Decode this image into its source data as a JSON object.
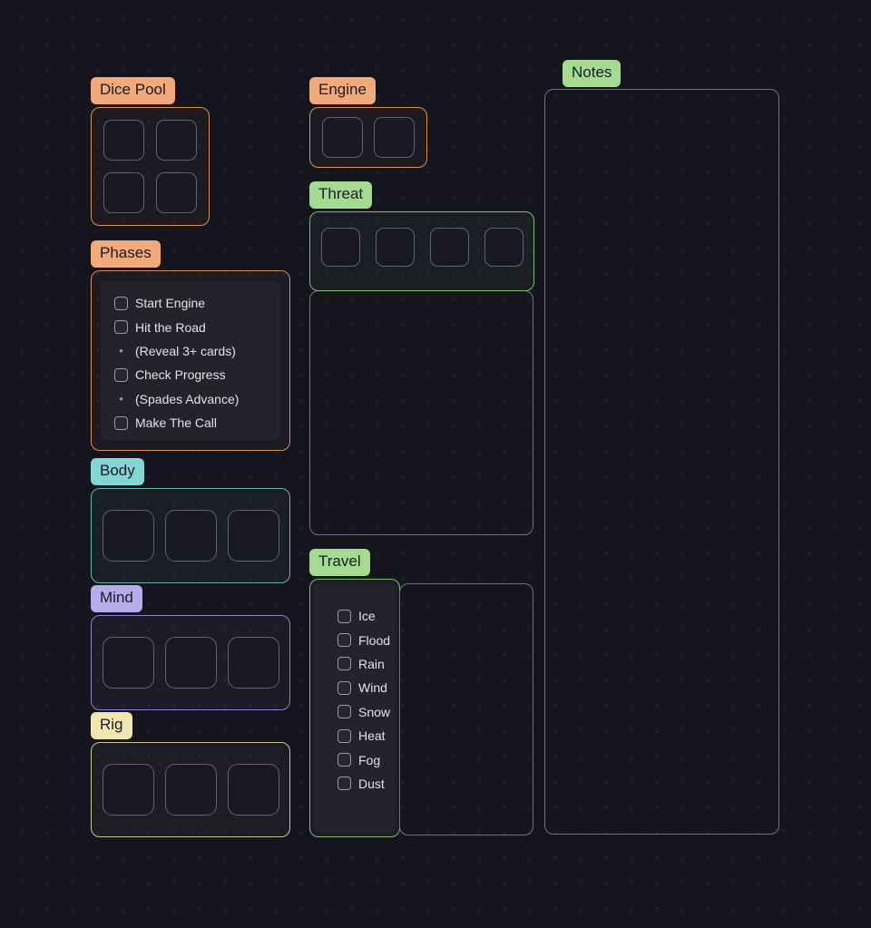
{
  "colors": {
    "background": "#15151e",
    "orange": "#f2aa7a",
    "orange_border": "#d2935e",
    "green": "#a3dc90",
    "green_border": "#84b873",
    "teal": "#84d6d2",
    "teal_border": "#63b3b0",
    "purple": "#b5ace9",
    "purple_border": "#8d84c8",
    "cream": "#f1e6b2",
    "cream_border": "#cfc28e",
    "panel_border": "#71717f",
    "label_text": "#1b1b25",
    "list_text": "#e2e3e6"
  },
  "sections": {
    "dice_pool": {
      "label": "Dice Pool"
    },
    "phases": {
      "label": "Phases",
      "items": [
        {
          "type": "checkbox",
          "text": "Start Engine",
          "checked": false
        },
        {
          "type": "checkbox",
          "text": "Hit the Road",
          "checked": false
        },
        {
          "type": "bullet",
          "text": "(Reveal 3+ cards)"
        },
        {
          "type": "checkbox",
          "text": "Check Progress",
          "checked": false
        },
        {
          "type": "bullet",
          "text": "(Spades Advance)"
        },
        {
          "type": "checkbox",
          "text": "Make The Call",
          "checked": false
        }
      ]
    },
    "body": {
      "label": "Body"
    },
    "mind": {
      "label": "Mind"
    },
    "rig": {
      "label": "Rig"
    },
    "engine": {
      "label": "Engine"
    },
    "threat": {
      "label": "Threat"
    },
    "travel": {
      "label": "Travel",
      "items": [
        {
          "text": "Ice",
          "checked": false
        },
        {
          "text": "Flood",
          "checked": false
        },
        {
          "text": "Rain",
          "checked": false
        },
        {
          "text": "Wind",
          "checked": false
        },
        {
          "text": "Snow",
          "checked": false
        },
        {
          "text": "Heat",
          "checked": false
        },
        {
          "text": "Fog",
          "checked": false
        },
        {
          "text": "Dust",
          "checked": false
        }
      ]
    },
    "notes": {
      "label": "Notes"
    }
  }
}
